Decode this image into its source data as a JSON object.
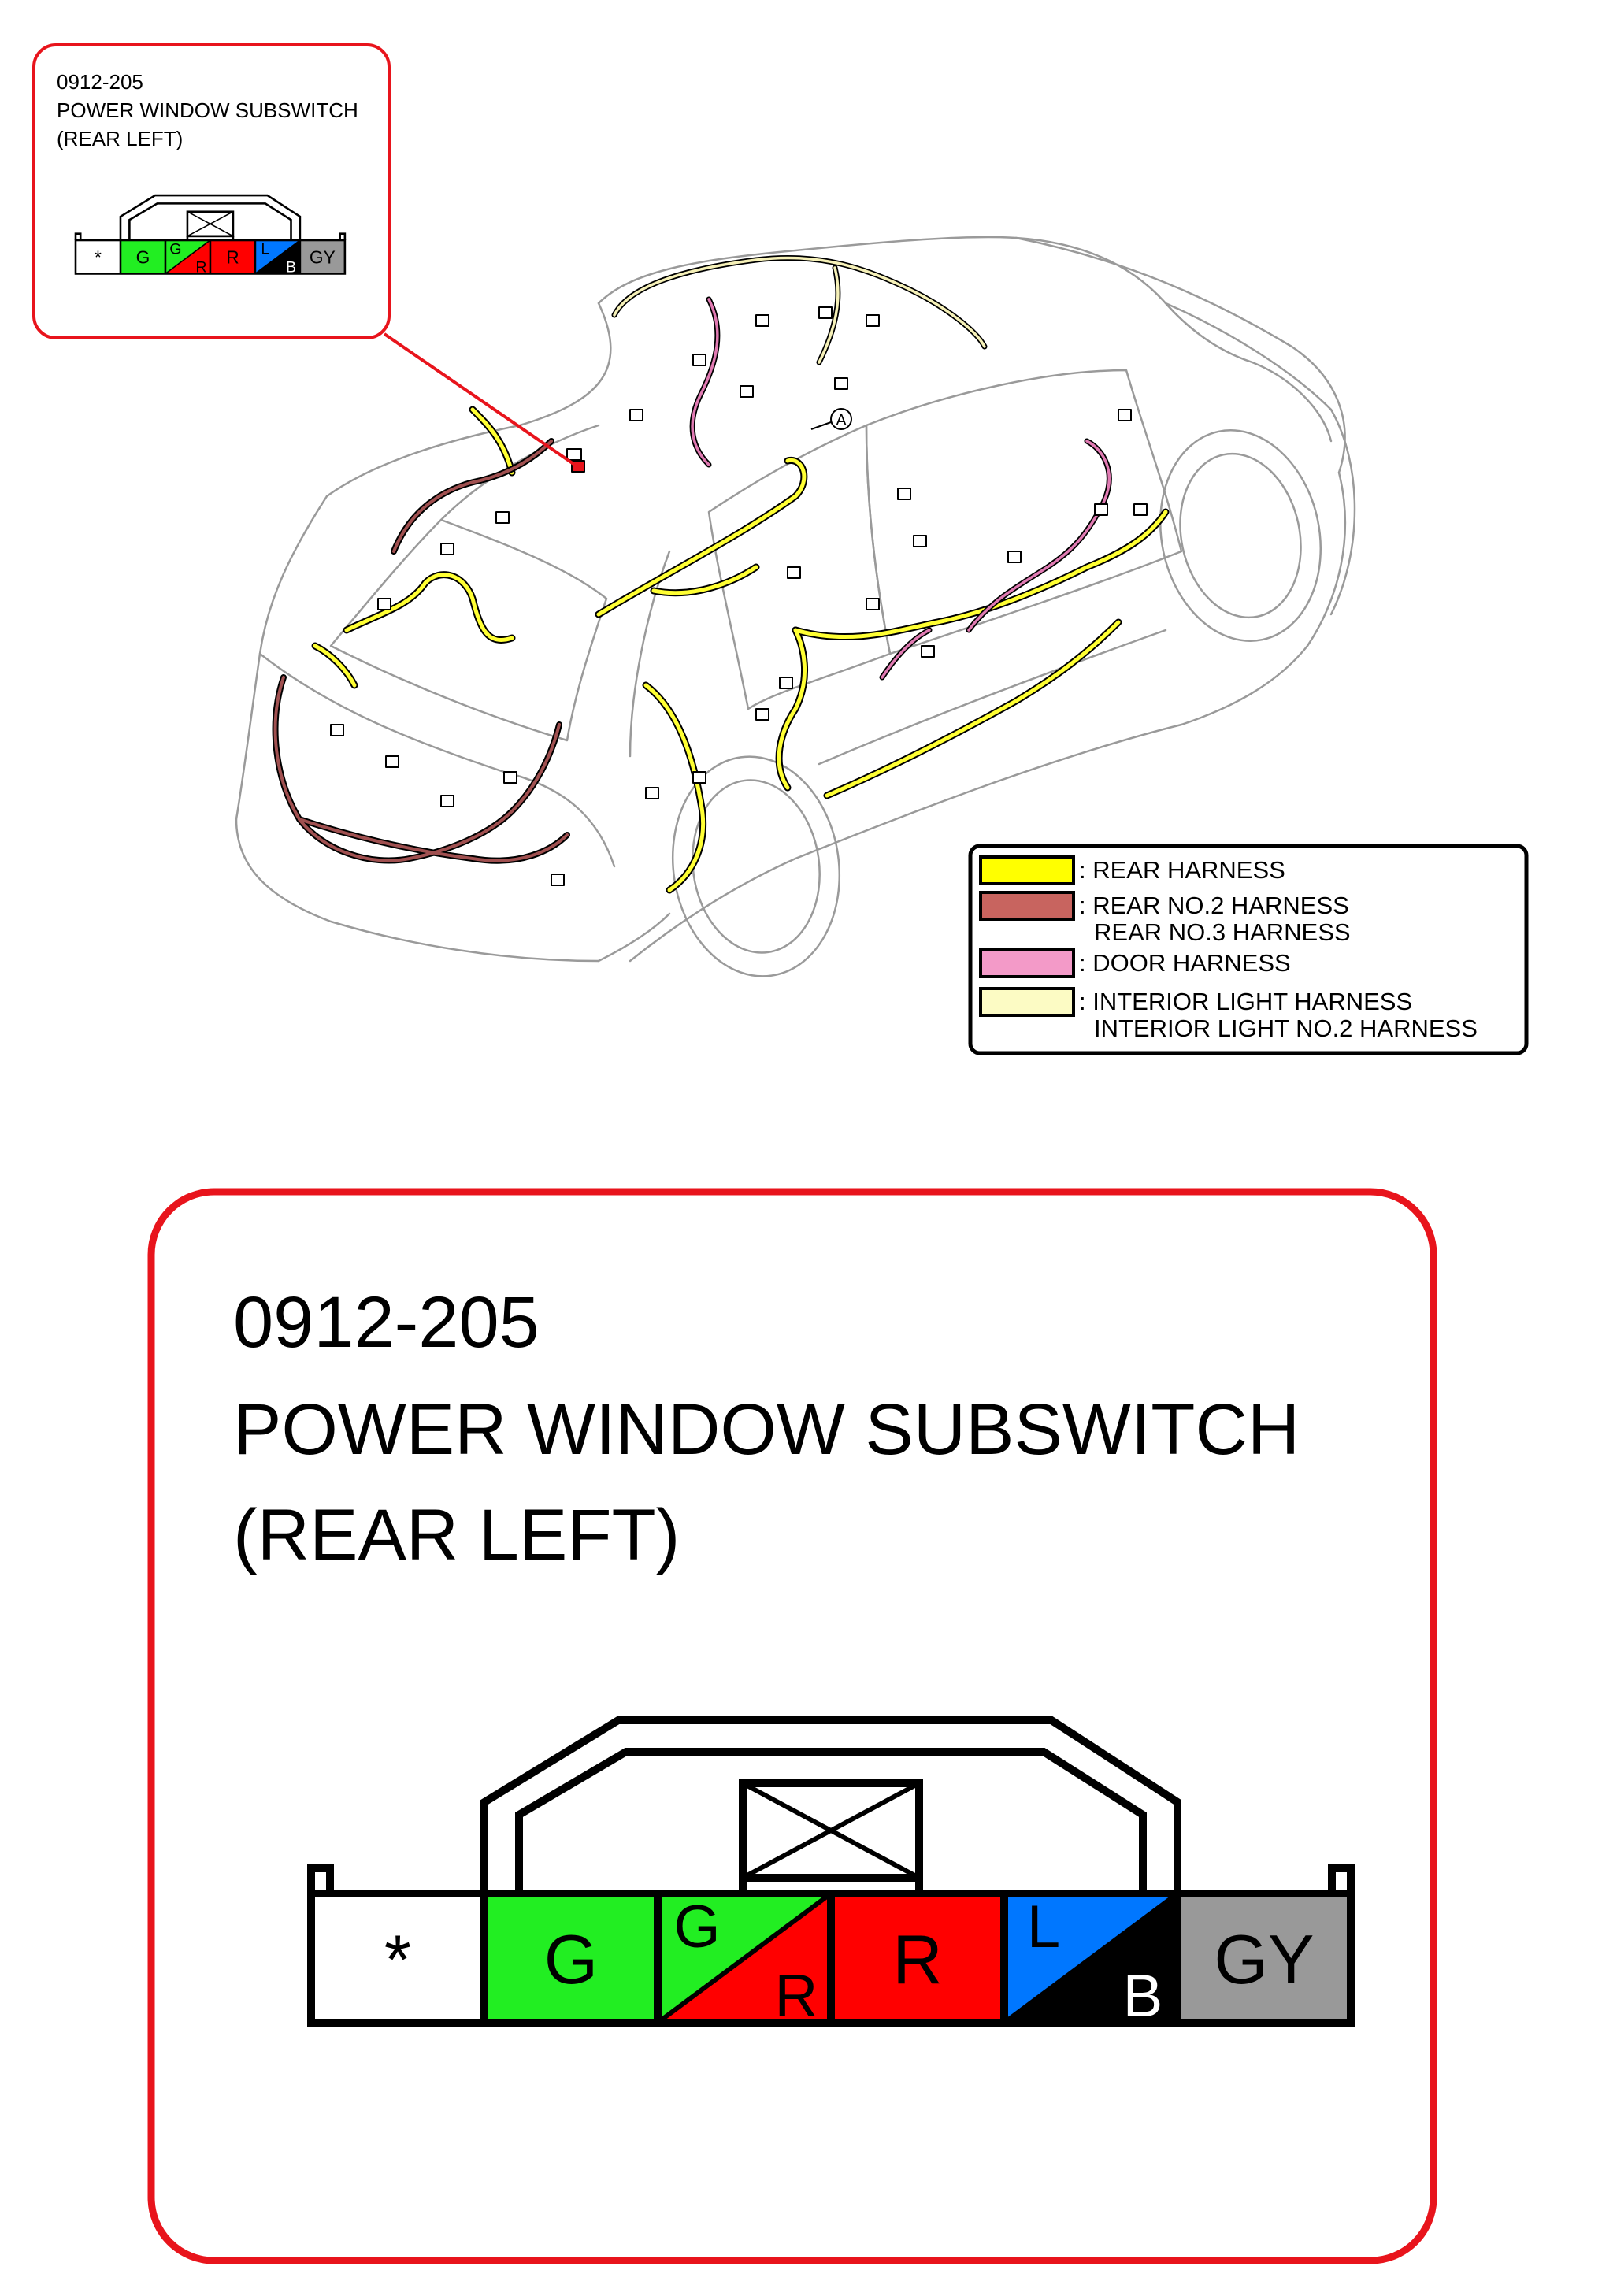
{
  "inset": {
    "code": "0912-205",
    "title": "POWER WINDOW SUBSWITCH",
    "subtitle": "(REAR LEFT)",
    "border_color": "#e8141c"
  },
  "callout": {
    "marker": "A"
  },
  "legend": {
    "items": [
      {
        "color": "#ffff00",
        "lines": [
          ": REAR HARNESS"
        ]
      },
      {
        "color": "#c8645f",
        "lines": [
          ": REAR NO.2 HARNESS",
          "REAR NO.3 HARNESS"
        ]
      },
      {
        "color": "#f39ac8",
        "lines": [
          ": DOOR HARNESS"
        ]
      },
      {
        "color": "#fcfbc4",
        "lines": [
          ": INTERIOR LIGHT HARNESS",
          "INTERIOR LIGHT NO.2 HARNESS"
        ]
      }
    ]
  },
  "detail": {
    "code": "0912-205",
    "title": "POWER WINDOW SUBSWITCH",
    "subtitle": "(REAR LEFT)",
    "border_color": "#e8141c"
  },
  "connector": {
    "pins": [
      {
        "fill": "#ffffff",
        "label": "*",
        "split": false
      },
      {
        "fill": "#22ee22",
        "label": "G",
        "split": false
      },
      {
        "fill": "#22ee22",
        "fill2": "#ff0000",
        "label": "G",
        "label2": "R",
        "label_color": "#000000",
        "label2_color": "#000000",
        "split": true
      },
      {
        "fill": "#ff0000",
        "label": "R",
        "split": false
      },
      {
        "fill": "#0077ff",
        "fill2": "#000000",
        "label": "L",
        "label2": "B",
        "label_color": "#000000",
        "label2_color": "#ffffff",
        "split": true
      },
      {
        "fill": "#999999",
        "label": "GY",
        "split": false
      }
    ]
  }
}
